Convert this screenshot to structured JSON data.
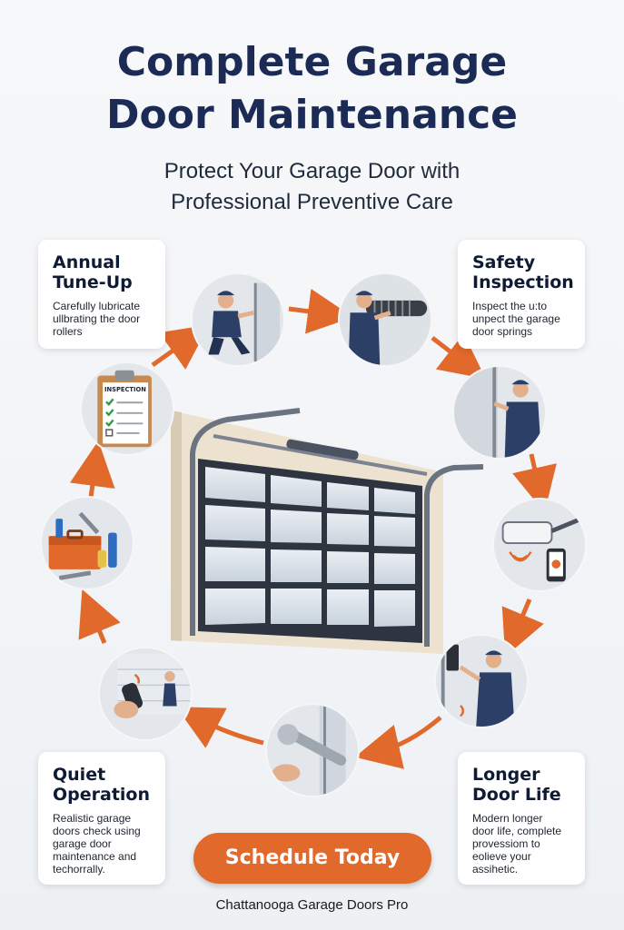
{
  "header": {
    "title_line1": "Complete Garage",
    "title_line2": "Door Maintenance",
    "subtitle_line1": "Protect Your Garage Door with",
    "subtitle_line2": "Professional Preventive Care"
  },
  "cards": {
    "annual": {
      "title_line1": "Annual",
      "title_line2": "Tune-Up",
      "body_line1": "Carefully lubricate",
      "body_line2": "ullbrating the door",
      "body_line3": "rollers"
    },
    "safety": {
      "title_line1": "Safety",
      "title_line2": "Inspection",
      "body_line1": "Inspect the u:to",
      "body_line2": "unpect the garage",
      "body_line3": "door springs"
    },
    "quiet": {
      "title_line1": "Quiet",
      "title_line2": "Operation",
      "body_line1": "Realistic garage",
      "body_line2": "doors check using",
      "body_line3": "garage door",
      "body_line4": "maintenance and",
      "body_line5": "techorrally."
    },
    "longer": {
      "title_line1": "Longer",
      "title_line2": "Door Life",
      "body_line1": "Modern longer",
      "body_line2": "door life, complete",
      "body_line3": "provessiom to",
      "body_line4": "eolieve your",
      "body_line5": "assihetic."
    }
  },
  "clipboard_label": "INSPECTION",
  "cta_label": "Schedule Today",
  "footer_text": "Chattanooga Garage Doors Pro",
  "colors": {
    "title": "#1b2b55",
    "accent_orange": "#e0692b",
    "uniform_navy": "#2c3f66",
    "door_frame": "#2e3440"
  },
  "icons": {
    "step_1": "technician-lubricating-door-icon",
    "step_2": "technician-checking-spring-icon",
    "step_3": "technician-checking-track-icon",
    "step_4": "opener-smartphone-icon",
    "step_5": "technician-keypad-icon",
    "step_6": "wrench-adjusting-bolt-icon",
    "step_7": "remote-control-icon",
    "step_8": "toolbox-icon",
    "step_9": "inspection-clipboard-icon"
  }
}
